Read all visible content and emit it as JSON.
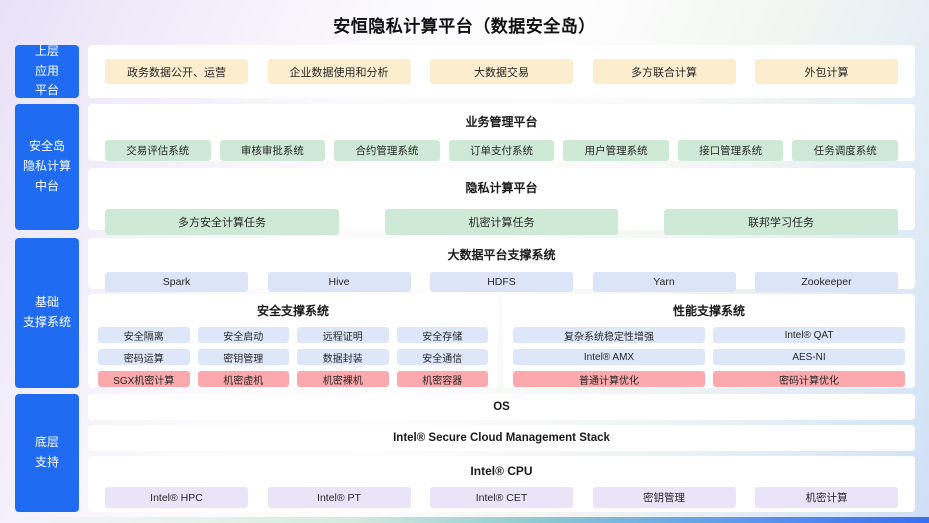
{
  "title": "安恒隐私计算平台（数据安全岛）",
  "sidebar": {
    "items": [
      {
        "label": "上层\n应用\n平台"
      },
      {
        "label": "安全岛\n隐私计算\n中台"
      },
      {
        "label": "基础\n支撑系统"
      },
      {
        "label": "底层\n支持"
      }
    ]
  },
  "app_layer": {
    "items": [
      "政务数据公开、运营",
      "企业数据使用和分析",
      "大数据交易",
      "多方联合计算",
      "外包计算"
    ]
  },
  "business_platform": {
    "title": "业务管理平台",
    "items": [
      "交易评估系统",
      "审核审批系统",
      "合约管理系统",
      "订单支付系统",
      "用户管理系统",
      "接口管理系统",
      "任务调度系统"
    ]
  },
  "privacy_platform": {
    "title": "隐私计算平台",
    "items": [
      "多方安全计算任务",
      "机密计算任务",
      "联邦学习任务"
    ]
  },
  "bigdata_platform": {
    "title": "大数据平台支撑系统",
    "items": [
      "Spark",
      "Hive",
      "HDFS",
      "Yarn",
      "Zookeeper"
    ]
  },
  "security_support": {
    "title": "安全支撑系统",
    "rows": [
      [
        "安全隔离",
        "安全启动",
        "远程证明",
        "安全存储"
      ],
      [
        "密码运算",
        "密钥管理",
        "数据封装",
        "安全通信"
      ],
      [
        "SGX机密计算",
        "机密虚机",
        "机密裸机",
        "机密容器"
      ]
    ]
  },
  "performance_support": {
    "title": "性能支撑系统",
    "rows": [
      [
        "复杂系统稳定性增强",
        "Intel® QAT"
      ],
      [
        "Intel® AMX",
        "AES-NI"
      ],
      [
        "普通计算优化",
        "密码计算优化"
      ]
    ]
  },
  "os_layer": {
    "label": "OS"
  },
  "stack_layer": {
    "label": "Intel® Secure Cloud Management Stack"
  },
  "cpu_layer": {
    "title": "Intel® CPU",
    "items": [
      "Intel® HPC",
      "Intel® PT",
      "Intel® CET",
      "密钥管理",
      "机密计算"
    ]
  },
  "colors": {
    "sidebar_blue": "#1f6bf2",
    "panel_white": "#ffffff",
    "app_cream": "#fbedce",
    "module_green": "#ceead6",
    "tech_light_blue": "#dce4f8",
    "alert_red": "#fba9ac",
    "cpu_purple": "#e9e4f8",
    "background_lavender": "#e8e1f8",
    "background_blue": "#cfdef6"
  }
}
